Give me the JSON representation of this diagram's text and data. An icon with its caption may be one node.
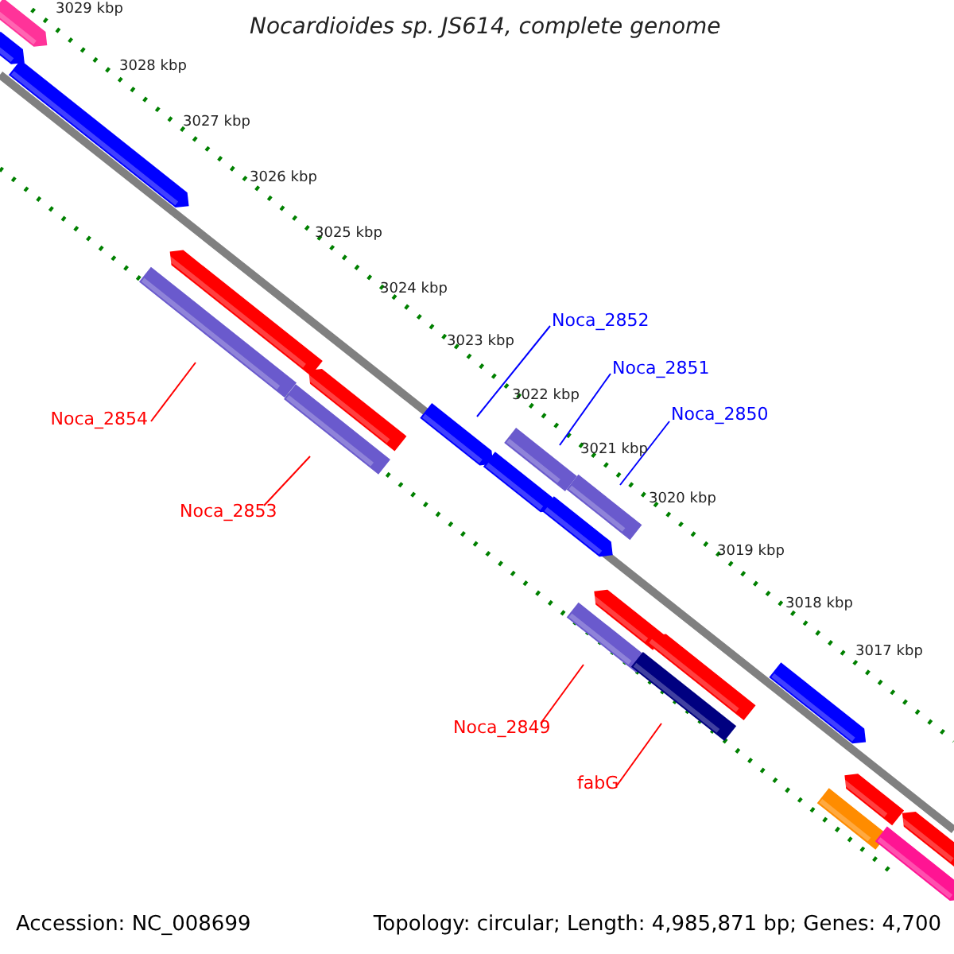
{
  "diagram": {
    "title": "Nocardioides sp. JS614, complete genome",
    "nodes": [
      {
        "text": [],
        "shape": "pentagon"
      },
      {
        "text": [],
        "shape": "pentagon"
      },
      {
        "text": [],
        "shape": "pentagon"
      },
      {
        "text": [],
        "shape": "pentagon"
      },
      {
        "text": [],
        "shape": "bar"
      },
      {
        "text": [],
        "shape": "pentagon"
      },
      {
        "text": [],
        "shape": "bar"
      },
      {
        "text": [
          "Noca_2854"
        ]
      },
      {
        "text": [
          "Noca_2853"
        ]
      },
      {
        "text": [
          "Noca_2852"
        ]
      },
      {
        "text": [
          "Noca_2851"
        ]
      },
      {
        "text": [
          "Noca_2850"
        ]
      },
      {
        "text": [],
        "shape": "pentagon"
      },
      {
        "text": [],
        "shape": "bar"
      },
      {
        "text": [],
        "shape": "pentagon"
      },
      {
        "text": [],
        "shape": "bar"
      },
      {
        "text": [],
        "shape": "pentagon"
      },
      {
        "text": [],
        "shape": "pentagon"
      },
      {
        "text": [],
        "shape": "bar"
      },
      {
        "text": [],
        "shape": "pentagon"
      },
      {
        "text": [],
        "shape": "bar"
      },
      {
        "text": [],
        "shape": "pentagon"
      },
      {
        "text": [
          "Noca_2849"
        ]
      },
      {
        "text": [
          "fabG"
        ]
      },
      {
        "text": [],
        "shape": "pentagon"
      },
      {
        "text": [],
        "shape": "bar"
      },
      {
        "text": [],
        "shape": "pentagon"
      },
      {
        "text": [],
        "shape": "pentagon"
      }
    ],
    "edges": [
      {
        "from": 7,
        "to": 4,
        "arrow": "none"
      },
      {
        "from": 8,
        "to": 6,
        "arrow": "none"
      },
      {
        "from": 9,
        "to": 12,
        "arrow": "none",
        "color": "#0000ff"
      },
      {
        "from": 10,
        "to": 13,
        "arrow": "none",
        "color": "#0000ff"
      },
      {
        "from": 11,
        "to": 15,
        "arrow": "none",
        "color": "#0000ff"
      },
      {
        "from": 22,
        "to": 18,
        "arrow": "none"
      },
      {
        "from": 23,
        "to": 20,
        "arrow": "none"
      }
    ],
    "labels": [
      "3029 kbp",
      "3028 kbp",
      "3027 kbp",
      "3026 kbp",
      "3025 kbp",
      "3024 kbp",
      "3023 kbp",
      "3022 kbp",
      "3021 kbp",
      "3020 kbp",
      "3019 kbp",
      "3018 kbp",
      "3017 kbp",
      "Accession: NC_008699",
      "Topology: circular; Length: 4,985,871 bp; Genes: 4,700"
    ]
  }
}
